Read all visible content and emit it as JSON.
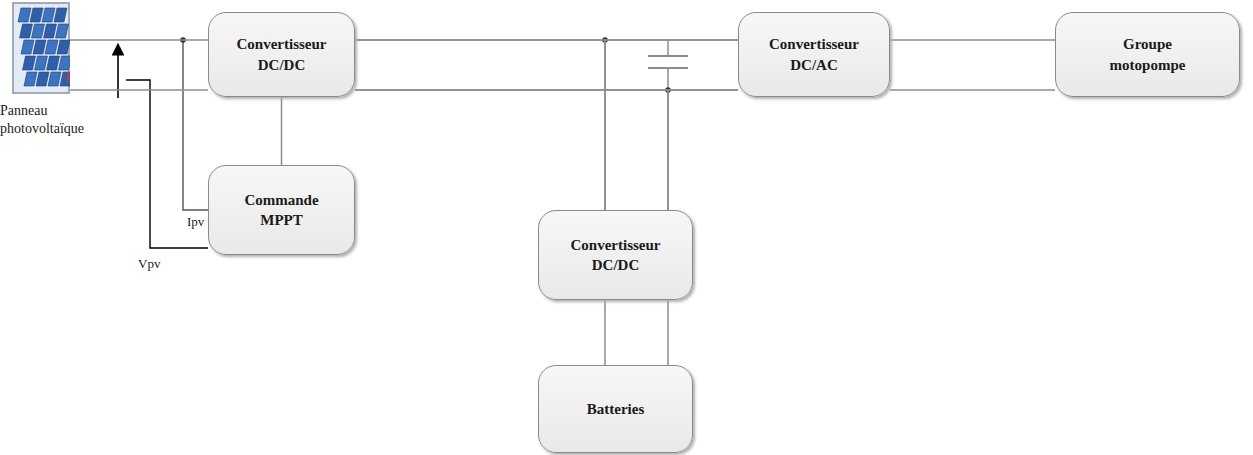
{
  "diagram": {
    "nodes": [
      {
        "text": [
          "Panneau photovoltaïque"
        ]
      },
      {
        "text": [
          "Convertisseur DC/DC"
        ]
      },
      {
        "text": [
          "Commande MPPT"
        ]
      },
      {
        "text": [
          "Convertisseur DC/AC"
        ]
      },
      {
        "text": [
          "Groupe motopompe"
        ]
      },
      {
        "text": [
          "Convertisseur DC/DC"
        ]
      },
      {
        "text": [
          "Batteries"
        ]
      }
    ],
    "edges": [
      {
        "from": 0,
        "to": 1,
        "arrow": "none"
      },
      {
        "from": 1,
        "to": 2,
        "arrow": "none"
      },
      {
        "from": 1,
        "to": 3,
        "arrow": "none"
      },
      {
        "from": 3,
        "to": 4,
        "arrow": "none"
      },
      {
        "from": 1,
        "to": 5,
        "arrow": "none"
      },
      {
        "from": 5,
        "to": 3,
        "arrow": "none"
      },
      {
        "from": 5,
        "to": 6,
        "arrow": "none"
      }
    ],
    "labels": [
      "Ipv",
      "Vpv"
    ]
  }
}
